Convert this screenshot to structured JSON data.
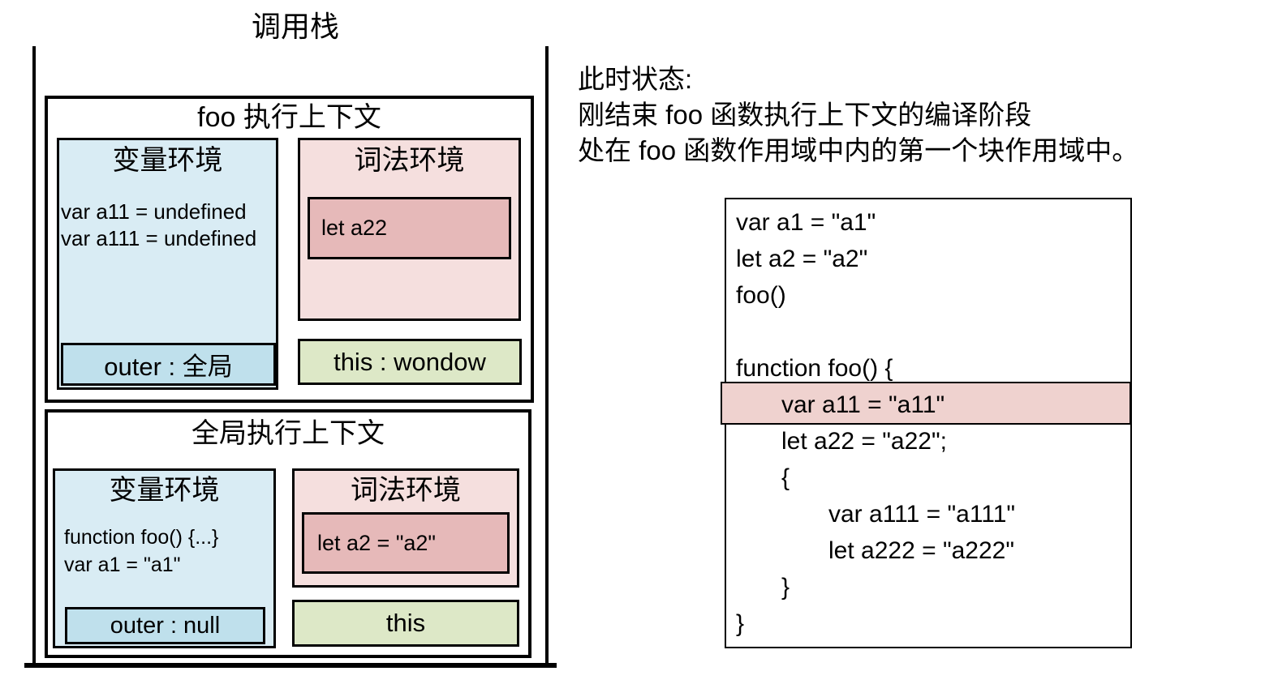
{
  "diagram_title": "调用栈",
  "call_stack": {
    "foo_context": {
      "title": "foo 执行上下文",
      "variable_env": {
        "title": "变量环境",
        "line1": "var a11 = undefined",
        "line2": "var a111 = undefined",
        "outer_label": "outer : 全局"
      },
      "lexical_env": {
        "title": "词法环境",
        "entry": "let a22"
      },
      "this_label": "this : wondow"
    },
    "global_context": {
      "title": "全局执行上下文",
      "variable_env": {
        "title": "变量环境",
        "line1": "function foo() {...}",
        "line2": "var a1 = \"a1\"",
        "outer_label": "outer : null"
      },
      "lexical_env": {
        "title": "词法环境",
        "entry": "let a2 = \"a2\""
      },
      "this_label": "this"
    }
  },
  "status_note": {
    "line1": "此时状态:",
    "line2": "刚结束 foo 函数执行上下文的编译阶段",
    "line3": "处在 foo 函数作用域中内的第一个块作用域中。"
  },
  "code": {
    "lines": [
      {
        "text": "var a1 = \"a1\"",
        "indent": 0,
        "highlighted": false
      },
      {
        "text": "let a2 = \"a2\"",
        "indent": 0,
        "highlighted": false
      },
      {
        "text": "foo()",
        "indent": 0,
        "highlighted": false
      },
      {
        "text": "",
        "indent": 0,
        "highlighted": false
      },
      {
        "text": "function foo() {",
        "indent": 0,
        "highlighted": false
      },
      {
        "text": "var a11 = \"a11\"",
        "indent": 1,
        "highlighted": true
      },
      {
        "text": "let a22 = \"a22\";",
        "indent": 1,
        "highlighted": false
      },
      {
        "text": "{",
        "indent": 1,
        "highlighted": false
      },
      {
        "text": "var a111 = \"a111\"",
        "indent": 2,
        "highlighted": false
      },
      {
        "text": "let a222 = \"a222\"",
        "indent": 2,
        "highlighted": false
      },
      {
        "text": "}",
        "indent": 1,
        "highlighted": false
      },
      {
        "text": "}",
        "indent": 0,
        "highlighted": false
      }
    ]
  },
  "colors": {
    "variable_env_bg": "#d9ecf4",
    "outer_box_bg": "#bfe0ec",
    "lexical_env_bg": "#f5dfde",
    "lexical_entry_bg": "#e6b9b9",
    "this_box_bg": "#dde8c7",
    "code_highlight_bg": "#efd2cf",
    "line_color": "#000000"
  }
}
